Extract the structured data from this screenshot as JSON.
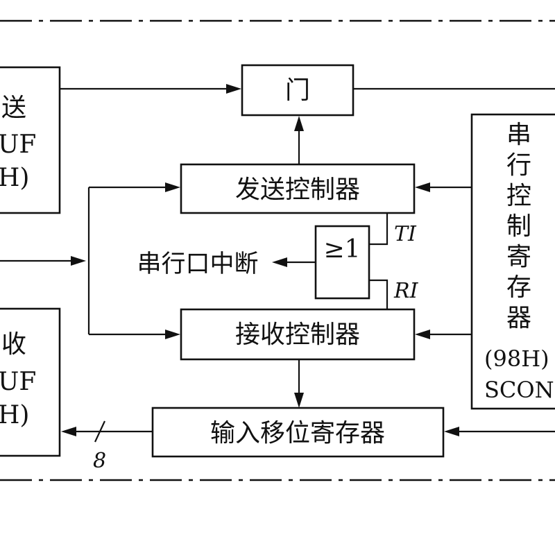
{
  "blocks": {
    "gate": "门",
    "tx_controller": "发送控制器",
    "rx_controller": "接收控制器",
    "input_shift_register": "输入移位寄存器",
    "or_gate": "≥1",
    "serial_interrupt": "串行口中断",
    "scon": {
      "chars": [
        "串",
        "行",
        "控",
        "制",
        "寄",
        "存",
        "器"
      ],
      "addr": "(98H)",
      "name": "SCON"
    },
    "send_buffer": {
      "line1": "送",
      "line2": "UF",
      "line3": "H)"
    },
    "recv_buffer": {
      "line1": "收",
      "line2": "UF",
      "line3": "H)"
    }
  },
  "signals": {
    "ti": "TI",
    "ri": "RI",
    "bus_width": "8"
  }
}
